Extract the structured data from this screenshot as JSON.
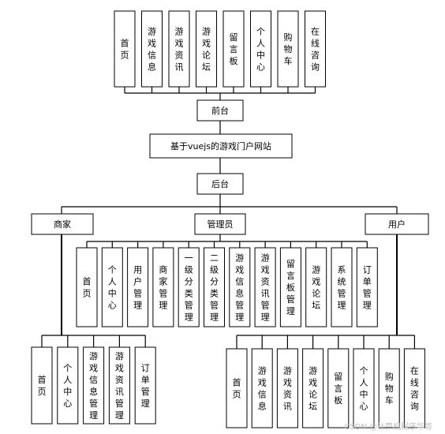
{
  "top_modules": [
    "首页",
    "游戏信息",
    "游戏资讯",
    "游戏论坛",
    "留言板",
    "个人中心",
    "购物车",
    "在线咨询"
  ],
  "frontend_label": "前台",
  "system_title": "基于vuejs的游戏门户网站",
  "backend_label": "后台",
  "roles": {
    "merchant": "商家",
    "admin": "管理员",
    "user": "用户"
  },
  "admin_modules": [
    "首页",
    "个人中心",
    "用户管理",
    "商家管理",
    "一级分类管理",
    "二级分类管理",
    "游戏信息管理",
    "游戏资讯管理",
    "留言板管理",
    "游戏论坛",
    "系统管理",
    "订单管理"
  ],
  "merchant_modules": [
    "首页",
    "个人中心",
    "游戏信息管理",
    "游戏资讯管理",
    "订单管理"
  ],
  "user_modules": [
    "首页",
    "游戏信息",
    "游戏资讯",
    "游戏论坛",
    "留言板",
    "个人中心",
    "购物车",
    "在线咨询"
  ],
  "watermark": "CSDN @计算机程序华哥"
}
